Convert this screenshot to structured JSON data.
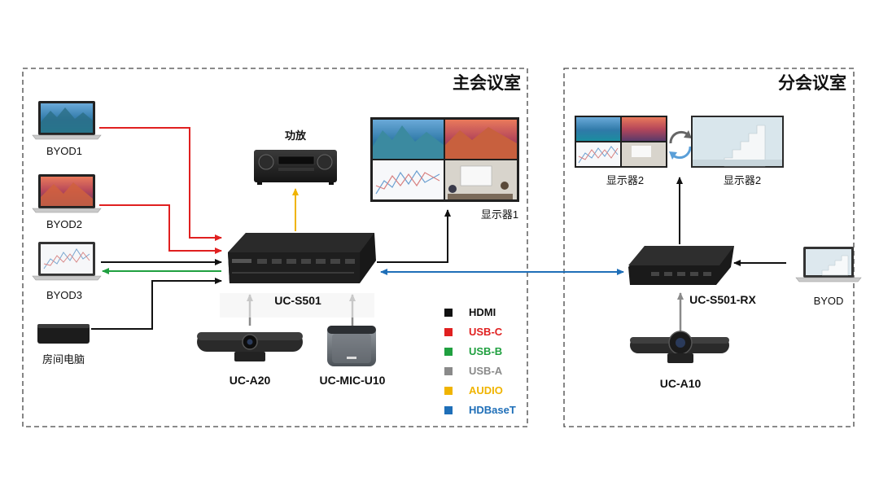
{
  "rooms": {
    "main": "主会议室",
    "branch": "分会议室"
  },
  "devices": {
    "byod1": "BYOD1",
    "byod2": "BYOD2",
    "byod3": "BYOD3",
    "room_pc": "房间电脑",
    "amplifier": "功放",
    "display1": "显示器1",
    "switcher": "UC-S501",
    "cam_a20": "UC-A20",
    "mic_u10": "UC-MIC-U10",
    "display2_left": "显示器2",
    "display2_right": "显示器2",
    "receiver": "UC-S501-RX",
    "byod_rx": "BYOD",
    "cam_a10": "UC-A10"
  },
  "legend": [
    {
      "label": "HDMI",
      "color": "#111111"
    },
    {
      "label": "USB-C",
      "color": "#e02020"
    },
    {
      "label": "USB-B",
      "color": "#20a040"
    },
    {
      "label": "USB-A",
      "color": "#8a8a8a"
    },
    {
      "label": "AUDIO",
      "color": "#f0b400"
    },
    {
      "label": "HDBaseT",
      "color": "#1f6fb8"
    }
  ],
  "colors": {
    "hdmi": "#111111",
    "usb_c": "#e02020",
    "usb_b": "#20a040",
    "usb_a": "#8a8a8a",
    "audio": "#f0b400",
    "hdbaset": "#1f6fb8"
  }
}
